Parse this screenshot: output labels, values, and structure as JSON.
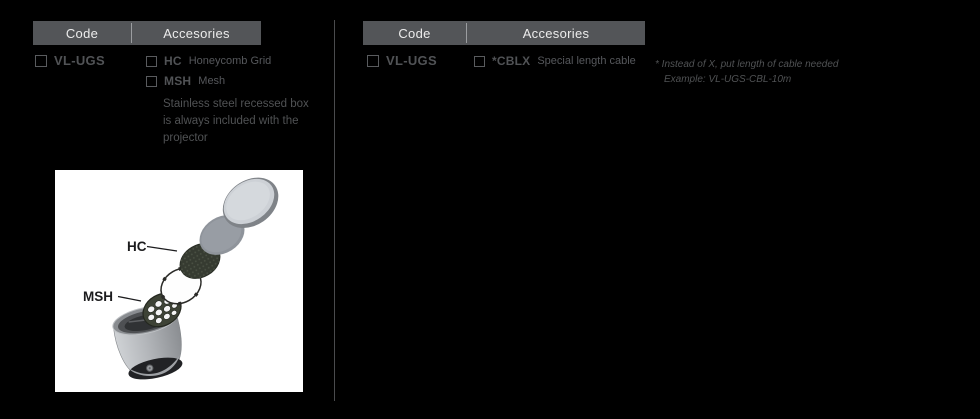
{
  "colors": {
    "page_bg": "#000000",
    "header_bg": "#535558",
    "header_text": "#ececec",
    "header_divider": "#9b9da0",
    "body_text": "#56585c",
    "section_divider": "#4a4b4d",
    "figure_bg": "#ffffff"
  },
  "left_table": {
    "header": {
      "code": "Code",
      "accessories": "Accesories"
    },
    "row": {
      "code": "VL-UGS"
    },
    "accessories": [
      {
        "code": "HC",
        "label": "Honeycomb Grid"
      },
      {
        "code": "MSH",
        "label": "Mesh"
      }
    ],
    "note": {
      "line1": "Stainless steel recessed box",
      "line2": "is always included with the",
      "line3": "projector"
    }
  },
  "right_table": {
    "header": {
      "code": "Code",
      "accessories": "Accesories"
    },
    "row": {
      "code": "VL-UGS"
    },
    "accessories": [
      {
        "code": "*CBLX",
        "label": "Special length cable"
      }
    ],
    "footnote": {
      "line1": "* Instead of X, put length of cable needed",
      "line2": "Example: VL-UGS-CBL-10m"
    }
  },
  "figure": {
    "hc_label": "HC",
    "msh_label": "MSH"
  }
}
